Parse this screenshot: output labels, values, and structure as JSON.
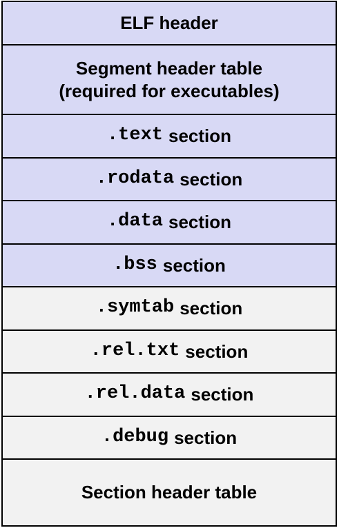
{
  "elf_layout": {
    "rows": [
      {
        "id": "elf-header",
        "label": "ELF header",
        "group": "loaded"
      },
      {
        "id": "segment-header-table",
        "label_line1": "Segment header table",
        "label_line2": "(required for executables)",
        "group": "loaded"
      },
      {
        "id": "text-section",
        "name": ".text",
        "suffix": "section",
        "group": "loaded"
      },
      {
        "id": "rodata-section",
        "name": ".rodata",
        "suffix": "section",
        "group": "loaded"
      },
      {
        "id": "data-section",
        "name": ".data",
        "suffix": "section",
        "group": "loaded"
      },
      {
        "id": "bss-section",
        "name": ".bss",
        "suffix": "section",
        "group": "loaded"
      },
      {
        "id": "symtab-section",
        "name": ".symtab",
        "suffix": "section",
        "group": "nonloaded"
      },
      {
        "id": "rel-txt-section",
        "name": ".rel.txt",
        "suffix": "section",
        "group": "nonloaded"
      },
      {
        "id": "rel-data-section",
        "name": ".rel.data",
        "suffix": "section",
        "group": "nonloaded"
      },
      {
        "id": "debug-section",
        "name": ".debug",
        "suffix": "section",
        "group": "nonloaded"
      },
      {
        "id": "section-header-table",
        "label": "Section header table",
        "group": "nonloaded"
      }
    ],
    "colors": {
      "loaded": "#d8d9f5",
      "nonloaded": "#f2f2f2",
      "border": "#000000"
    }
  }
}
